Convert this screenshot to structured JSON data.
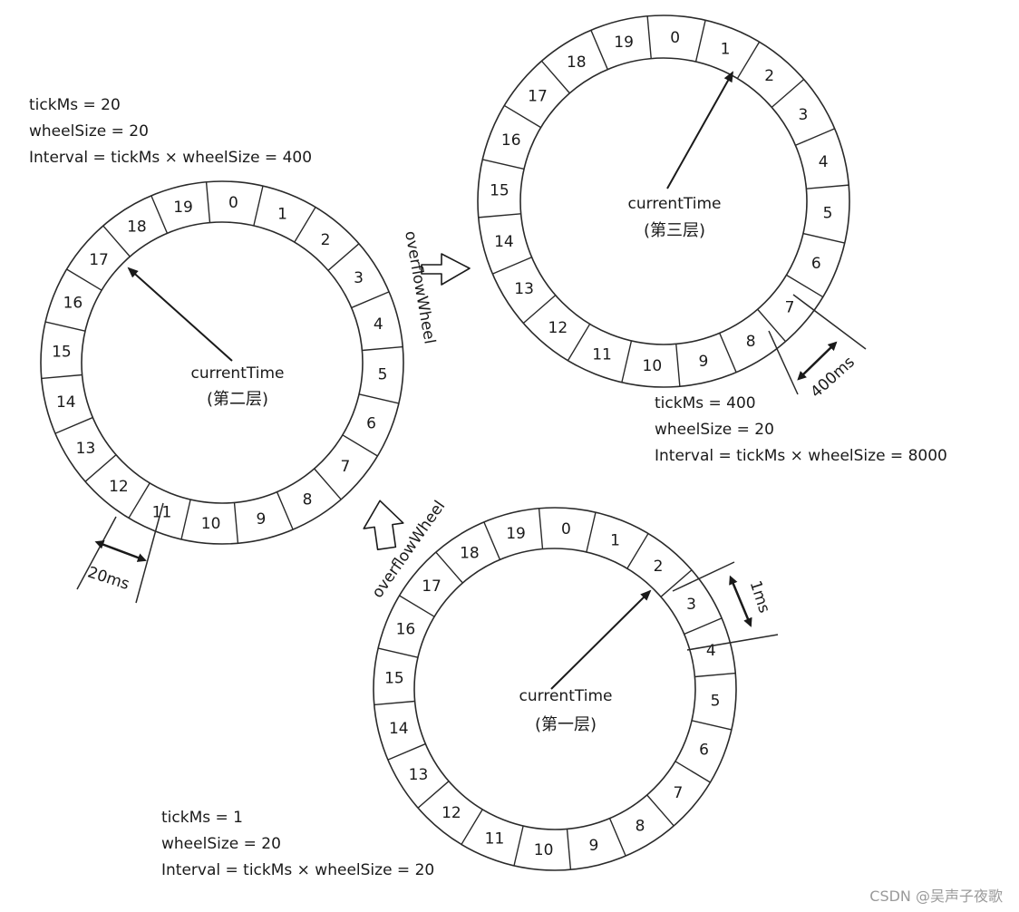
{
  "wheels": [
    {
      "id": "layer2",
      "center_text": "currentTime",
      "layer_label": "(第二层)",
      "params": [
        "tickMs = 20",
        "wheelSize = 20",
        "Interval = tickMs × wheelSize = 400"
      ],
      "slot_labels": [
        "0",
        "1",
        "2",
        "3",
        "4",
        "5",
        "6",
        "7",
        "8",
        "9",
        "10",
        "11",
        "12",
        "13",
        "14",
        "15",
        "16",
        "17",
        "18",
        "19"
      ],
      "current_slot": "17",
      "tick_span_label": "20ms"
    },
    {
      "id": "layer3",
      "center_text": "currentTime",
      "layer_label": "(第三层)",
      "params": [
        "tickMs = 400",
        "wheelSize = 20",
        "Interval = tickMs × wheelSize = 8000"
      ],
      "slot_labels": [
        "0",
        "1",
        "2",
        "3",
        "4",
        "5",
        "6",
        "7",
        "8",
        "9",
        "10",
        "11",
        "12",
        "13",
        "14",
        "15",
        "16",
        "17",
        "18",
        "19"
      ],
      "current_slot": "1",
      "tick_span_label": "400ms"
    },
    {
      "id": "layer1",
      "center_text": "currentTime",
      "layer_label": "(第一层)",
      "params": [
        "tickMs = 1",
        "wheelSize = 20",
        "Interval = tickMs × wheelSize = 20"
      ],
      "slot_labels": [
        "0",
        "1",
        "2",
        "3",
        "4",
        "5",
        "6",
        "7",
        "8",
        "9",
        "10",
        "11",
        "12",
        "13",
        "14",
        "15",
        "16",
        "17",
        "18",
        "19"
      ],
      "current_slot": "2",
      "tick_span_label": "1ms"
    }
  ],
  "overflow_labels": [
    "overflowWheel",
    "overflowWheel"
  ],
  "watermark": "CSDN @吴声子夜歌",
  "colors": {
    "ink": "#1a1a1a",
    "line": "#2a2a2a",
    "background": "#ffffff"
  }
}
